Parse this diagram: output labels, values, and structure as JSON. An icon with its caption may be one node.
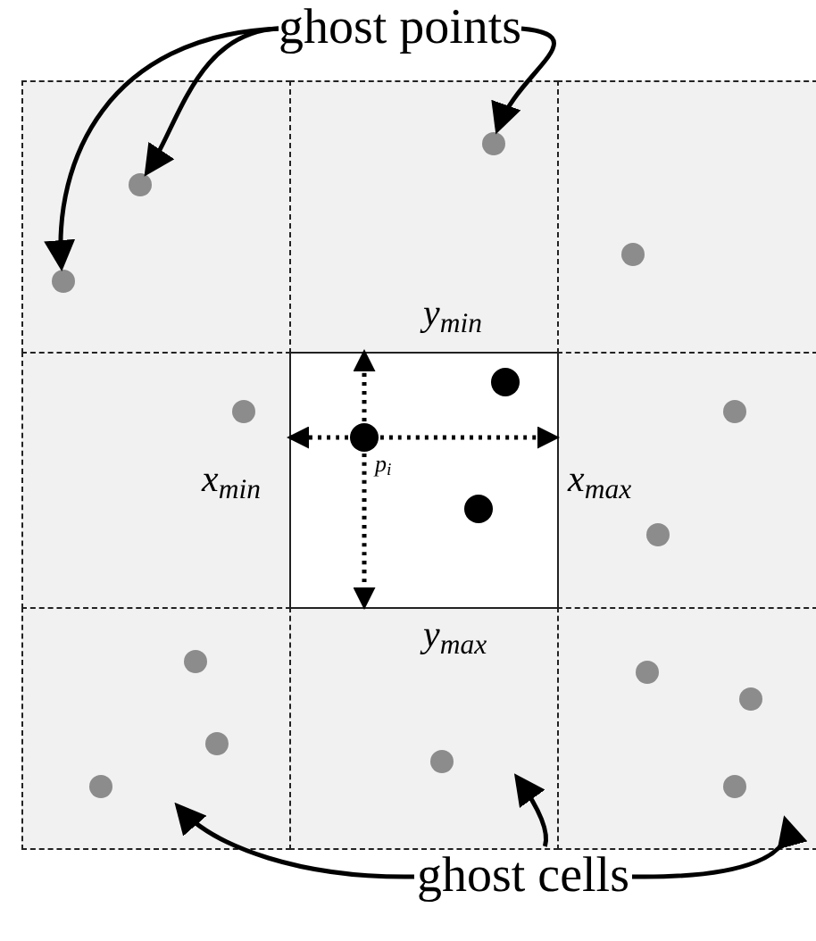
{
  "diagram": {
    "nodes": [
      {
        "text": [
          "ghost points"
        ]
      },
      {
        "text": [],
        "shape": "box"
      },
      {
        "text": [],
        "shape": "box"
      },
      {
        "text": [],
        "shape": "box"
      },
      {
        "text": [],
        "shape": "box"
      },
      {
        "text": [],
        "shape": "box"
      },
      {
        "text": [],
        "shape": "box"
      },
      {
        "text": [],
        "shape": "box"
      },
      {
        "text": [],
        "shape": "box"
      },
      {
        "text": [],
        "shape": "box"
      },
      {
        "text": [],
        "shape": "circle",
        "in": 1
      },
      {
        "text": [],
        "shape": "circle",
        "in": 1
      },
      {
        "text": [],
        "shape": "circle",
        "in": 2
      },
      {
        "text": [],
        "shape": "circle",
        "in": 3
      },
      {
        "text": [],
        "shape": "circle",
        "in": 4
      },
      {
        "text": [],
        "shape": "circle",
        "in": 5,
        "beside": [
          "p$_{i}$"
        ]
      },
      {
        "text": [],
        "shape": "circle",
        "in": 5
      },
      {
        "text": [],
        "shape": "circle",
        "in": 5
      },
      {
        "text": [],
        "shape": "circle",
        "in": 6
      },
      {
        "text": [],
        "shape": "circle",
        "in": 6
      },
      {
        "text": [],
        "shape": "circle",
        "in": 7
      },
      {
        "text": [],
        "shape": "circle",
        "in": 7
      },
      {
        "text": [],
        "shape": "circle",
        "in": 7
      },
      {
        "text": [],
        "shape": "circle",
        "in": 8
      },
      {
        "text": [],
        "shape": "circle",
        "in": 9
      },
      {
        "text": [],
        "shape": "circle",
        "in": 9
      },
      {
        "text": [],
        "shape": "circle",
        "in": 9
      },
      {
        "text": [
          "ghost cells"
        ]
      }
    ],
    "edges": [
      {
        "from": 0,
        "to": 10,
        "arrow": "to"
      },
      {
        "from": 0,
        "to": 11,
        "arrow": "to"
      },
      {
        "from": 0,
        "to": 12,
        "arrow": "to"
      },
      {
        "from": 27,
        "to": 7,
        "arrow": "to"
      },
      {
        "from": 27,
        "to": 8,
        "arrow": "to"
      },
      {
        "from": 27,
        "to": 9,
        "arrow": "to"
      },
      {
        "from": 15,
        "to": 2,
        "arrow": "to",
        "style": "dashed"
      },
      {
        "from": 15,
        "to": 4,
        "arrow": "to",
        "style": "dashed"
      },
      {
        "from": 15,
        "to": 6,
        "arrow": "to",
        "style": "dashed"
      },
      {
        "from": 15,
        "to": 8,
        "arrow": "to",
        "style": "dashed"
      }
    ],
    "labels": [
      "y$_{min}$",
      "x$_{min}$",
      "x$_{max}$",
      "y$_{max}$"
    ]
  }
}
